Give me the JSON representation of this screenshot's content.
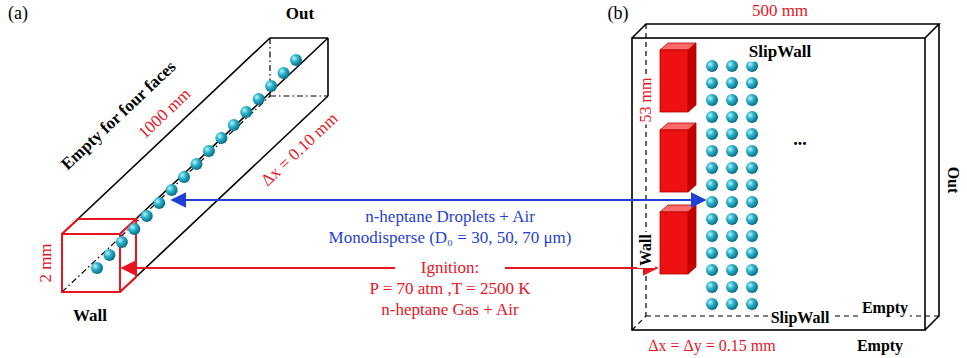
{
  "diagram": {
    "labels": [
      "(a)",
      "Out",
      "Empty for four faces",
      "1000 mm",
      "Δx = 0.10 mm",
      "2 mm",
      "Wall",
      "n-heptane Droplets + Air",
      "Monodisperse (D₀ = 30, 50, 70 μm)",
      "Ignition:",
      "P = 70 atm ,T = 2500 K",
      "n-heptane Gas + Air",
      "(b)",
      "500 mm",
      "SlipWall",
      "53 mm",
      "Wall",
      "...",
      "Out",
      "Empty",
      "SlipWall",
      "Δx = Δy = 0.15 mm",
      "Empty"
    ]
  }
}
